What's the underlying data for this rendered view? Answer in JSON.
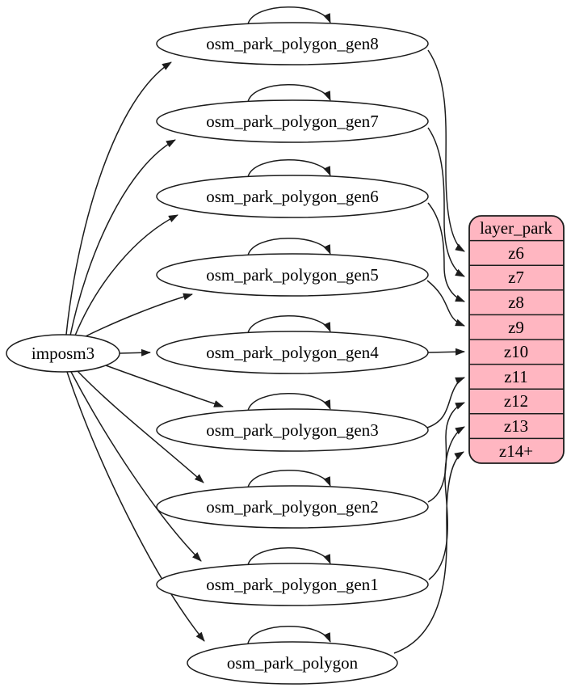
{
  "diagram": {
    "kind": "table-to-layer-mapping-graph",
    "source": {
      "label": "imposm3"
    },
    "tables": [
      {
        "label": "osm_park_polygon_gen8",
        "maps_to": "z6",
        "self_loop": true
      },
      {
        "label": "osm_park_polygon_gen7",
        "maps_to": "z7",
        "self_loop": true
      },
      {
        "label": "osm_park_polygon_gen6",
        "maps_to": "z8",
        "self_loop": true
      },
      {
        "label": "osm_park_polygon_gen5",
        "maps_to": "z9",
        "self_loop": true
      },
      {
        "label": "osm_park_polygon_gen4",
        "maps_to": "z10",
        "self_loop": true
      },
      {
        "label": "osm_park_polygon_gen3",
        "maps_to": "z11",
        "self_loop": true
      },
      {
        "label": "osm_park_polygon_gen2",
        "maps_to": "z12",
        "self_loop": true
      },
      {
        "label": "osm_park_polygon_gen1",
        "maps_to": "z13",
        "self_loop": true
      },
      {
        "label": "osm_park_polygon",
        "maps_to": "z14+",
        "self_loop": true
      }
    ],
    "layer": {
      "title": "layer_park",
      "zoom_rows": [
        "z6",
        "z7",
        "z8",
        "z9",
        "z10",
        "z11",
        "z12",
        "z13",
        "z14+"
      ],
      "colors": {
        "fill": "#ffb6c1",
        "stroke": "#1c1c1c"
      }
    },
    "edges": [
      {
        "from": "imposm3",
        "to": "osm_park_polygon_gen8"
      },
      {
        "from": "imposm3",
        "to": "osm_park_polygon_gen7"
      },
      {
        "from": "imposm3",
        "to": "osm_park_polygon_gen6"
      },
      {
        "from": "imposm3",
        "to": "osm_park_polygon_gen5"
      },
      {
        "from": "imposm3",
        "to": "osm_park_polygon_gen4"
      },
      {
        "from": "imposm3",
        "to": "osm_park_polygon_gen3"
      },
      {
        "from": "imposm3",
        "to": "osm_park_polygon_gen2"
      },
      {
        "from": "imposm3",
        "to": "osm_park_polygon_gen1"
      },
      {
        "from": "imposm3",
        "to": "osm_park_polygon"
      },
      {
        "from": "osm_park_polygon_gen8",
        "to": "layer_park:z6"
      },
      {
        "from": "osm_park_polygon_gen7",
        "to": "layer_park:z7"
      },
      {
        "from": "osm_park_polygon_gen6",
        "to": "layer_park:z8"
      },
      {
        "from": "osm_park_polygon_gen5",
        "to": "layer_park:z9"
      },
      {
        "from": "osm_park_polygon_gen4",
        "to": "layer_park:z10"
      },
      {
        "from": "osm_park_polygon_gen3",
        "to": "layer_park:z11"
      },
      {
        "from": "osm_park_polygon_gen2",
        "to": "layer_park:z12"
      },
      {
        "from": "osm_park_polygon_gen1",
        "to": "layer_park:z13"
      },
      {
        "from": "osm_park_polygon",
        "to": "layer_park:z14+"
      }
    ]
  }
}
